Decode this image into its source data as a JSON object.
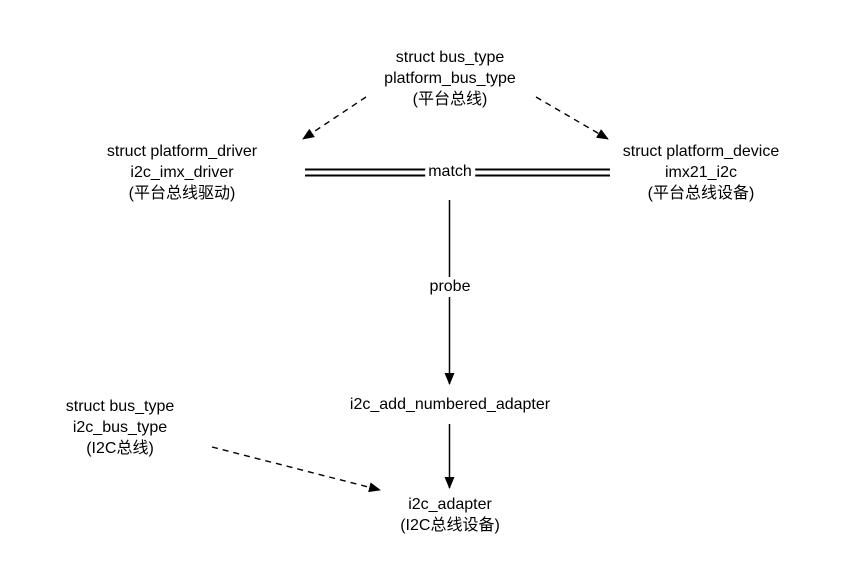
{
  "diagram": {
    "platform_bus": {
      "l1": "struct bus_type",
      "l2": "platform_bus_type",
      "l3": "(平台总线)"
    },
    "platform_driver": {
      "l1": "struct platform_driver",
      "l2": "i2c_imx_driver",
      "l3": "(平台总线驱动)"
    },
    "platform_device": {
      "l1": "struct platform_device",
      "l2": "imx21_i2c",
      "l3": "(平台总线设备)"
    },
    "i2c_bus": {
      "l1": "struct bus_type",
      "l2": "i2c_bus_type",
      "l3": "(I2C总线)"
    },
    "adapter_fn": {
      "l1": "i2c_add_numbered_adapter"
    },
    "i2c_adapter": {
      "l1": "i2c_adapter",
      "l2": "(I2C总线设备)"
    },
    "match_label": "match",
    "probe_label": "probe",
    "colors": {
      "text": "#000000",
      "line": "#000000",
      "background": "#ffffff"
    }
  }
}
